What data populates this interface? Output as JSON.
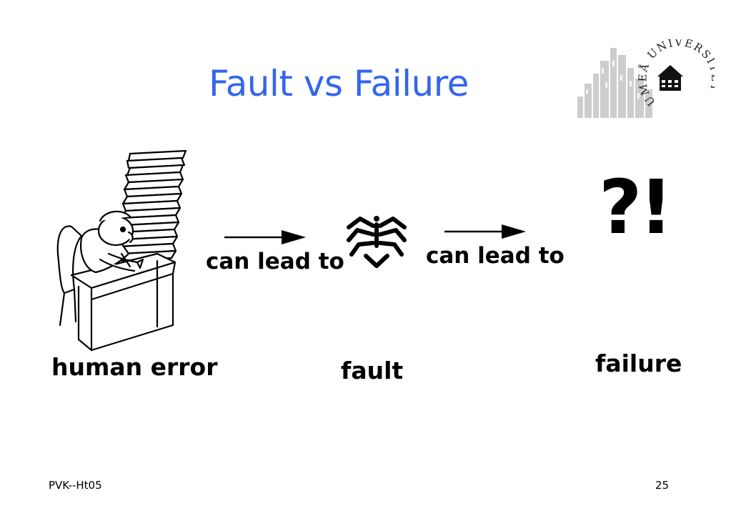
{
  "slide": {
    "title": "Fault vs Failure",
    "title_color": "#3366ee"
  },
  "logo": {
    "name": "umea-university-logo",
    "text": "UMEÅ UNIVERSITET"
  },
  "diagram": {
    "stages": [
      {
        "label": "human error",
        "icon": "person-at-desk-with-paper-stack"
      },
      {
        "label": "fault",
        "icon": "bug-icon"
      },
      {
        "label": "failure",
        "icon": "question-exclamation-symbol",
        "symbol": "?!"
      }
    ],
    "connectors": [
      {
        "label": "can lead to",
        "icon": "arrow-right-icon"
      },
      {
        "label": "can lead to",
        "icon": "arrow-right-icon"
      }
    ]
  },
  "footer": {
    "left": "PVK--Ht05",
    "page_number": "25"
  }
}
